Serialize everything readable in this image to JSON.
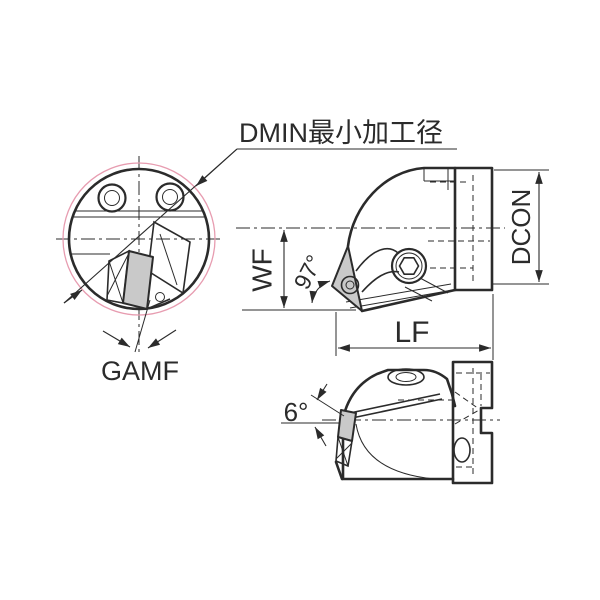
{
  "labels": {
    "dmin": "DMIN最小加工径",
    "gamf": "GAMF",
    "wf": "WF",
    "angle_insert": "97°",
    "lf": "LF",
    "dcon": "DCON",
    "angle_relief": "6°"
  },
  "colors": {
    "line": "#2b2b2b",
    "dmin_circle": "#e79cb0",
    "insert_fill": "#c9c9c9",
    "background": "#ffffff"
  }
}
